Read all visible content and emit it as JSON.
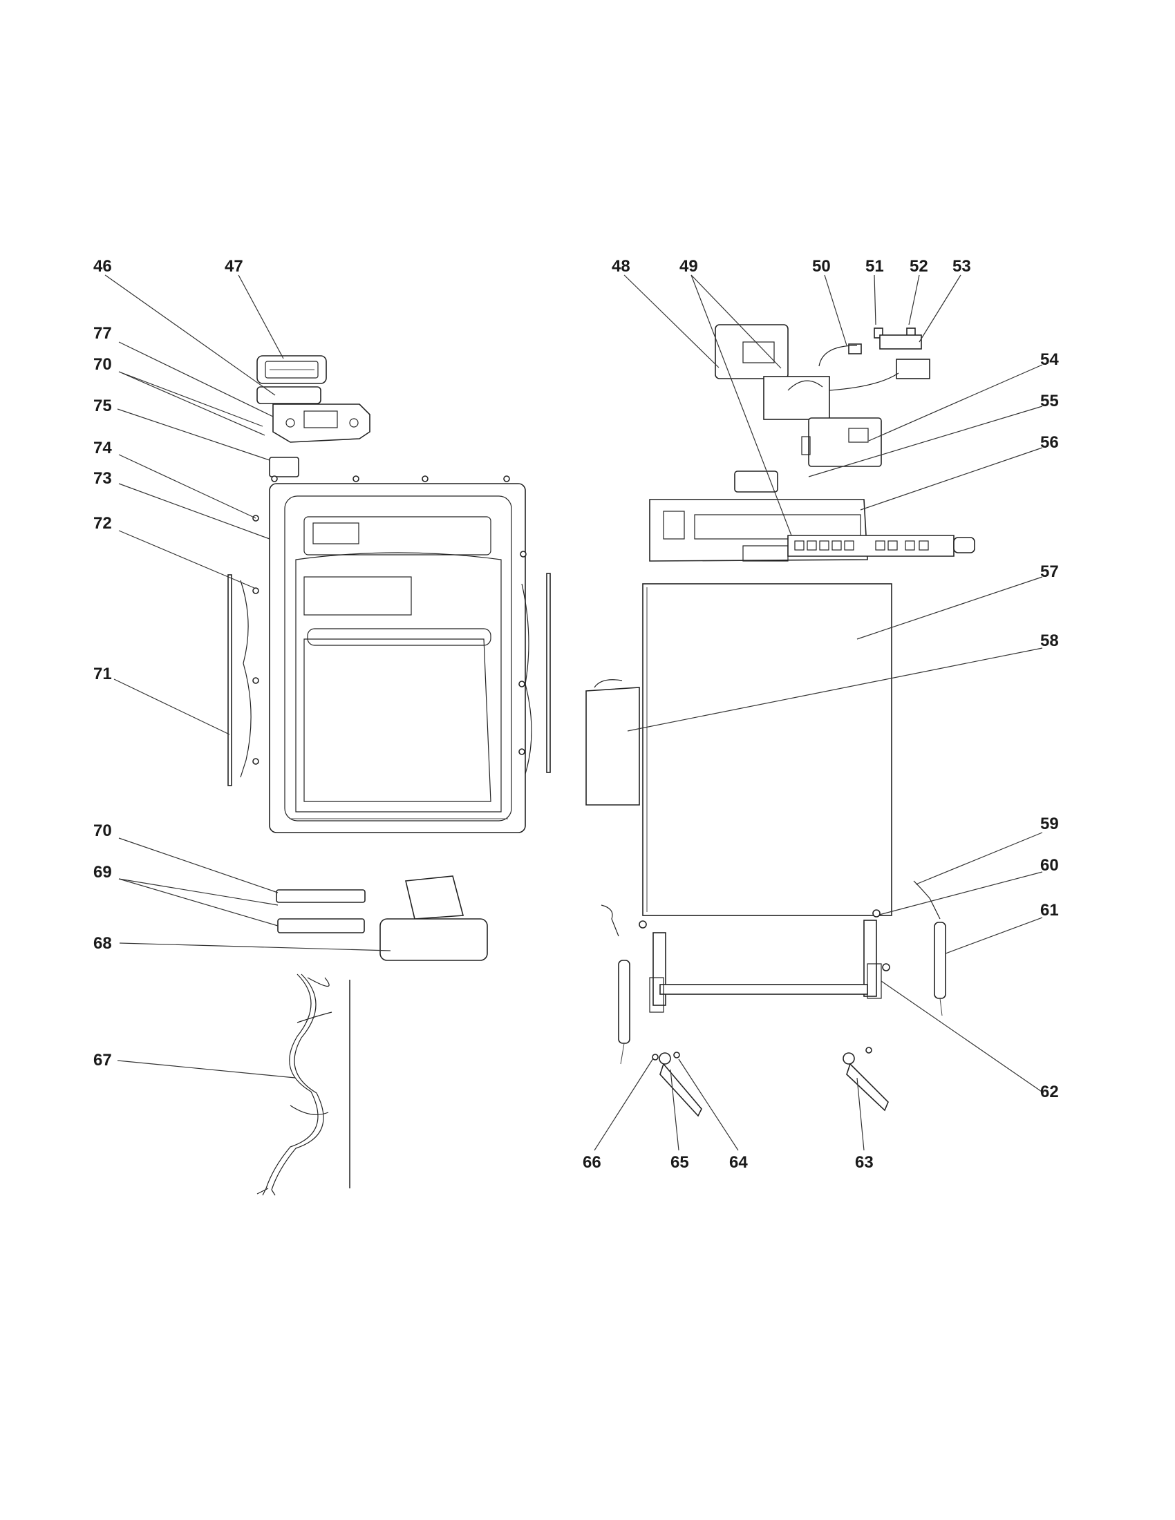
{
  "diagram": {
    "callouts": [
      "46",
      "47",
      "77",
      "70",
      "75",
      "74",
      "73",
      "72",
      "71",
      "70",
      "69",
      "68",
      "67",
      "48",
      "49",
      "50",
      "51",
      "52",
      "53",
      "54",
      "55",
      "56",
      "57",
      "58",
      "59",
      "60",
      "61",
      "62",
      "63",
      "64",
      "65",
      "66"
    ]
  }
}
